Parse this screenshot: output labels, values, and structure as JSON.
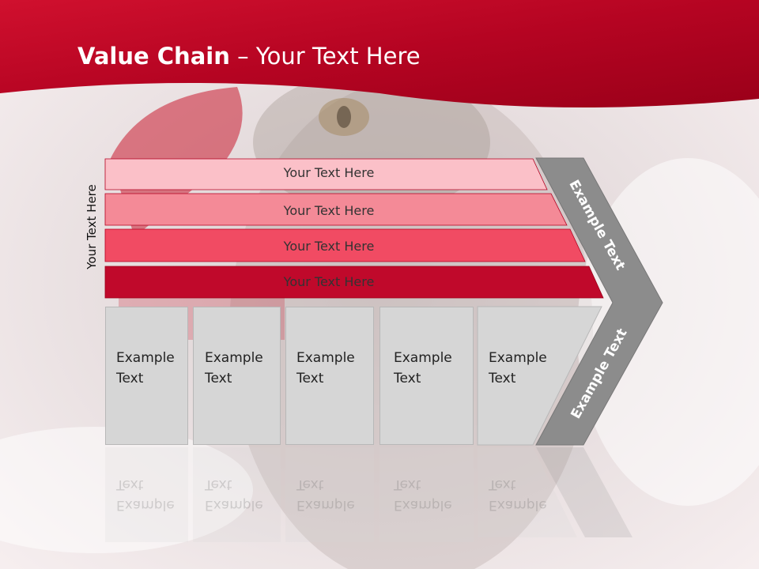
{
  "slide": {
    "title_bold": "Value Chain",
    "title_rest": " – Your Text Here",
    "side_label": "Your Text Here",
    "bars": [
      {
        "label": "Your Text Here",
        "color": "#fbc0c8"
      },
      {
        "label": "Your Text Here",
        "color": "#f48a97"
      },
      {
        "label": "Your Text Here",
        "color": "#f14b63"
      },
      {
        "label": "Your Text Here",
        "color": "#c0092b"
      }
    ],
    "boxes": [
      {
        "line1": "Example",
        "line2": "Text"
      },
      {
        "line1": "Example",
        "line2": "Text"
      },
      {
        "line1": "Example",
        "line2": "Text"
      },
      {
        "line1": "Example",
        "line2": "Text"
      },
      {
        "line1": "Example",
        "line2": "Text"
      }
    ],
    "chevron_upper": "Example Text",
    "chevron_lower": "Example Text",
    "colors": {
      "header": "#b8001f",
      "chevron": "#8c8c8c",
      "box": "#d6d6d6"
    }
  }
}
